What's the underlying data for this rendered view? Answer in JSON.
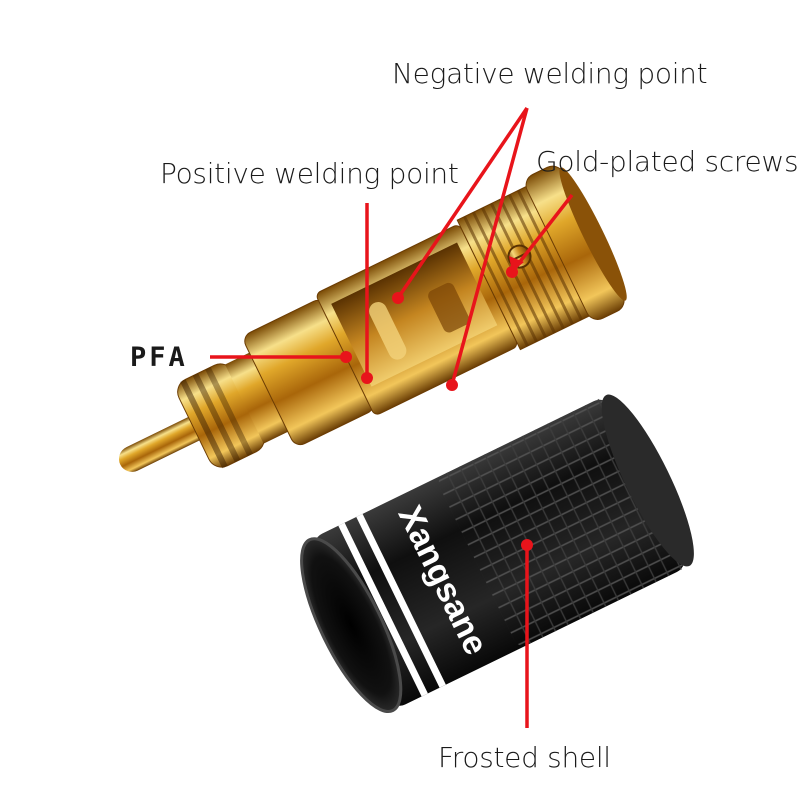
{
  "labels": {
    "negative_welding_point": "Negative welding point",
    "positive_welding_point": "Positive welding point",
    "gold_plated_screws": "Gold-plated screws",
    "pfa": "PFA",
    "frosted_shell": "Frosted shell"
  },
  "shell_brand": "Xangsane",
  "colors": {
    "annotation_red": "#e8141b",
    "gold": "#d9a21a",
    "black_shell": "#1c1c1c",
    "white_stripe": "#ffffff",
    "background": "#ffffff"
  }
}
